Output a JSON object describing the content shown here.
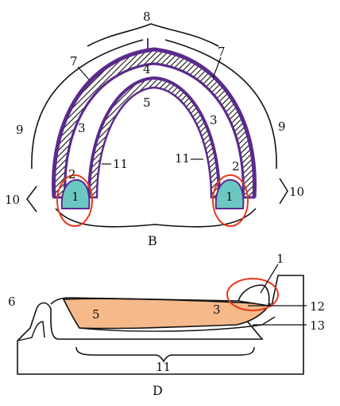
{
  "diagram_b": {
    "caption": "B",
    "labels": {
      "top": "8",
      "l7": "7",
      "r7": "7",
      "c4": "4",
      "c5": "5",
      "l3": "3",
      "r3": "3",
      "l9": "9",
      "r9": "9",
      "l11": "11",
      "r11": "11",
      "l2": "2",
      "r2": "2",
      "l1": "1",
      "r1": "1",
      "l10": "10",
      "r10": "10"
    }
  },
  "diagram_d": {
    "caption": "D",
    "labels": {
      "n1": "1",
      "n6": "6",
      "n5": "5",
      "n3": "3",
      "n12": "12",
      "n13": "13",
      "n11": "11"
    }
  },
  "colors": {
    "purple": "#5b2a8c",
    "teal": "#6cc7c2",
    "orange": "#f6b98a",
    "highlight": "#e8391e"
  }
}
